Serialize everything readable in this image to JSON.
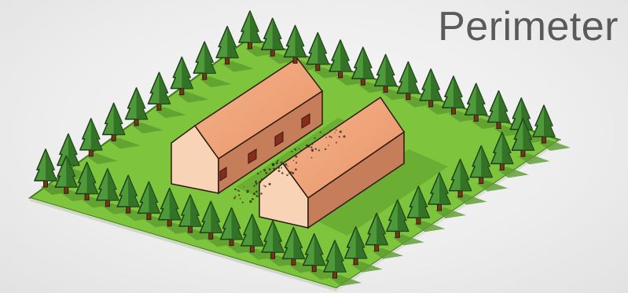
{
  "title": "Perimeter",
  "colors": {
    "grass": "#7ec53d",
    "grass_edge": "#3f7a1f",
    "tree_dark": "#2f6b25",
    "tree_light": "#4e9a3a",
    "trunk": "#7a3416",
    "roof": "#f2a77e",
    "roof_edge": "#2b1a10",
    "wall_light": "#f8d3b5",
    "wall_dark": "#c57e59",
    "shadow": "#5d9a2e",
    "door": "#8b2b1a"
  },
  "scene": {
    "ground": "grass-field",
    "structures": [
      "barn",
      "barn"
    ],
    "perimeter": "tree-line"
  }
}
